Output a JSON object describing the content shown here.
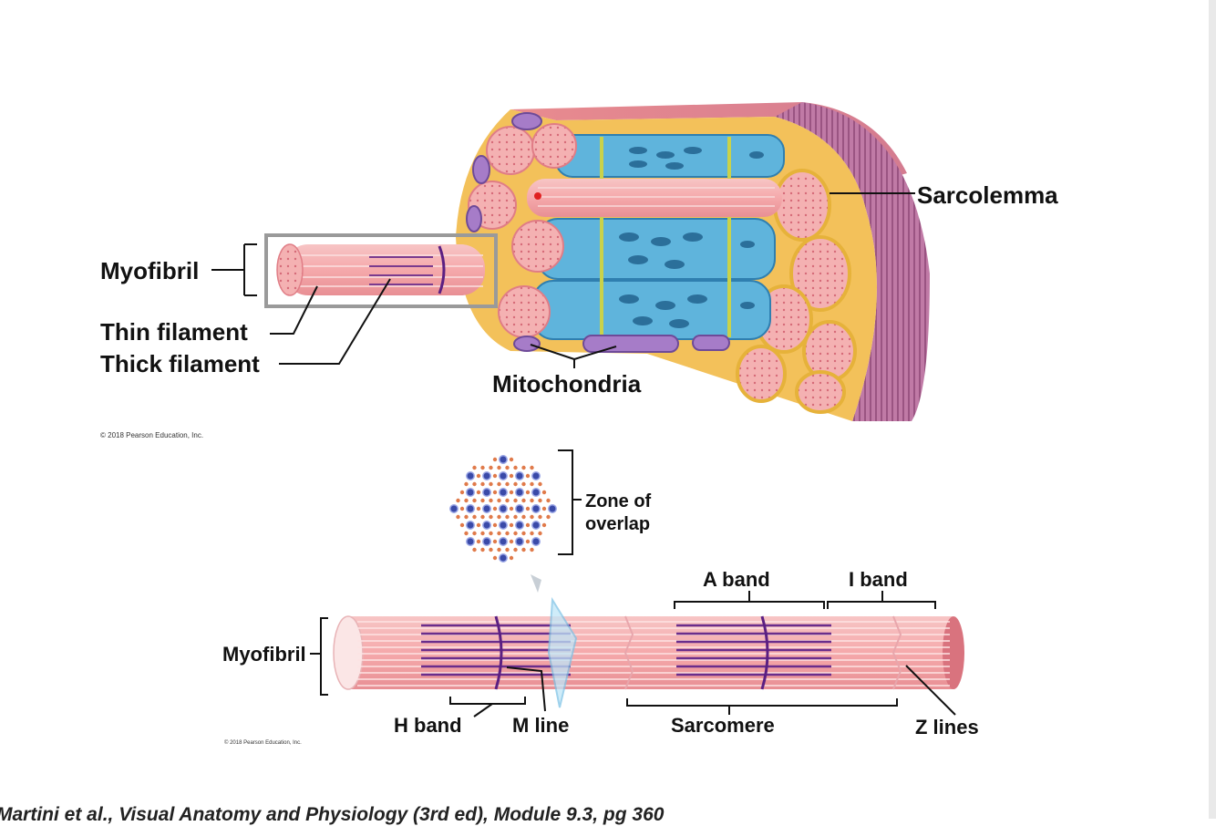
{
  "top_figure": {
    "labels": {
      "myofibril": "Myofibril",
      "thin_filament": "Thin filament",
      "thick_filament": "Thick filament",
      "mitochondria": "Mitochondria",
      "sarcolemma": "Sarcolemma"
    },
    "copyright": "© 2018 Pearson Education, Inc."
  },
  "bottom_figure": {
    "labels": {
      "zone_of_overlap_line1": "Zone of",
      "zone_of_overlap_line2": "overlap",
      "a_band": "A band",
      "i_band": "I band",
      "myofibril": "Myofibril",
      "h_band": "H band",
      "m_line": "M line",
      "sarcomere": "Sarcomere",
      "z_lines": "Z lines"
    },
    "copyright": "© 2018 Pearson Education, Inc."
  },
  "citation": "Martini et al., Visual Anatomy and Physiology (3rd ed), Module 9.3, pg 360",
  "colors": {
    "muscle_pink": "#f2a7a9",
    "sr_blue": "#5fb4dc",
    "sheath_yellow": "#f2c94c",
    "sarcolemma_purple": "#b46e9c",
    "thick_filament": "#6a2d8c",
    "thin_filament_dot": "#e07a4a",
    "thick_filament_dot": "#3a4aa8"
  }
}
